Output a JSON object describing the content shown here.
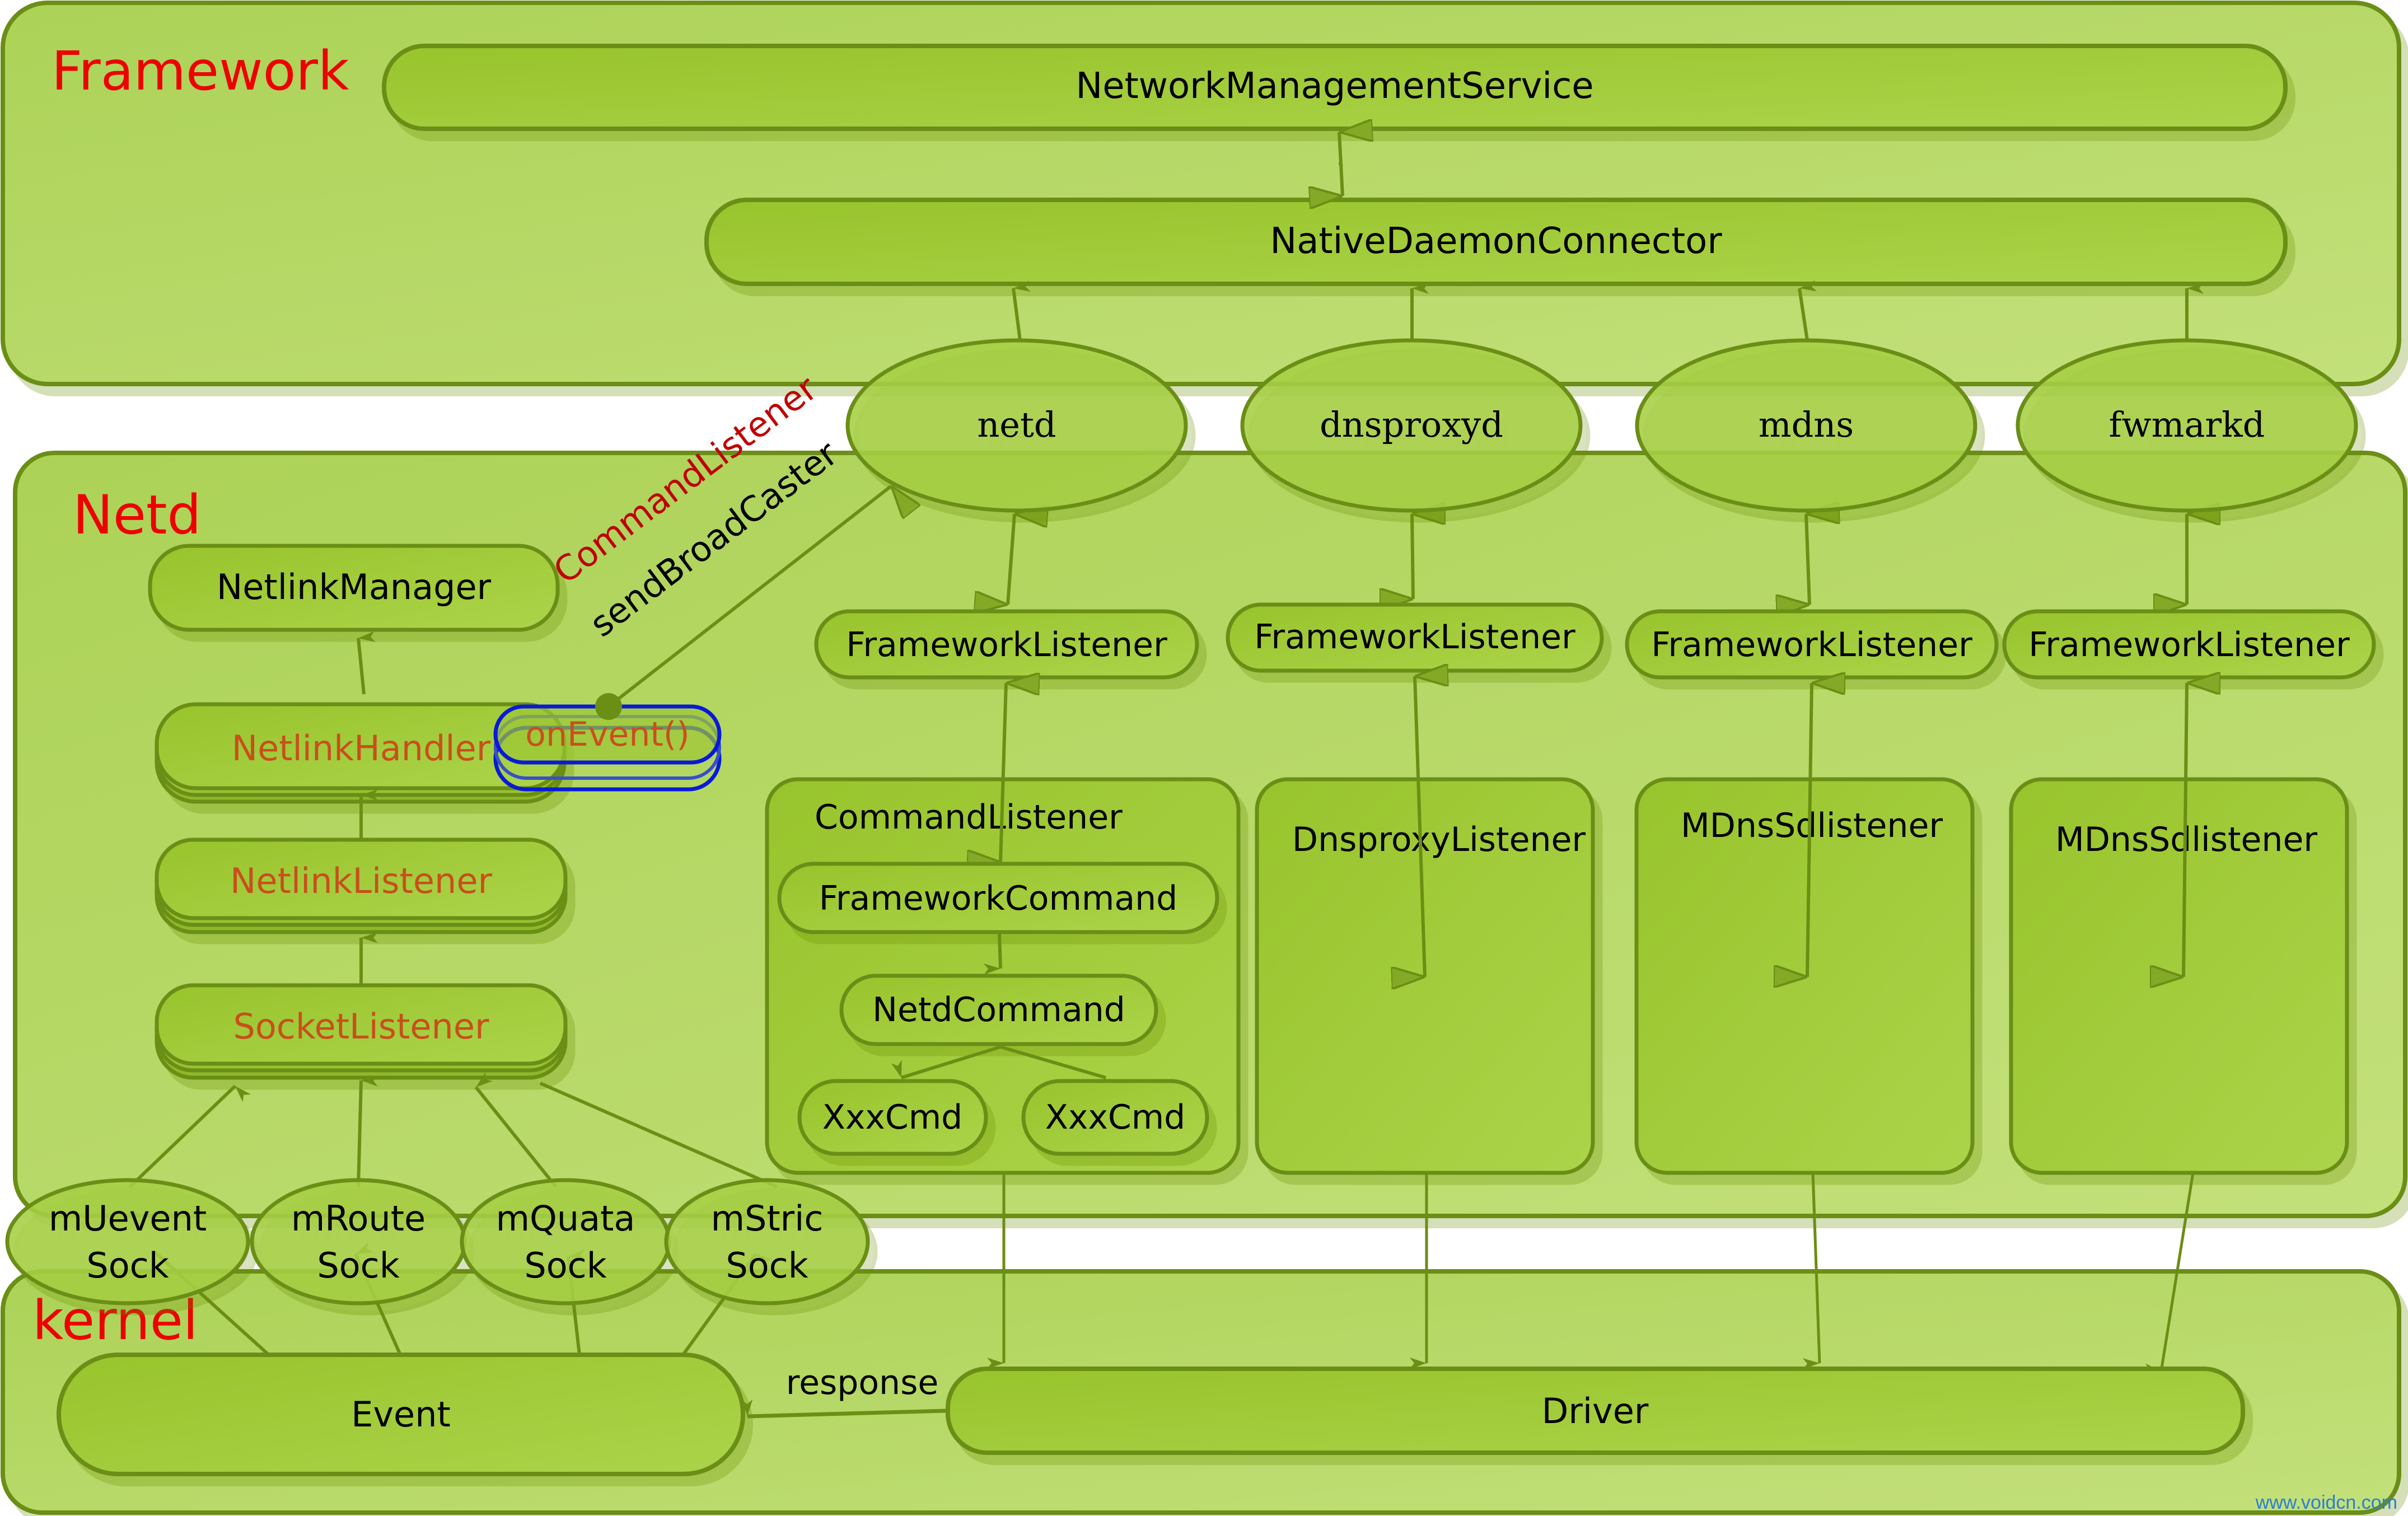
{
  "layers": {
    "framework": "Framework",
    "netd": "Netd",
    "kernel": "kernel"
  },
  "framework": {
    "nms": "NetworkManagementService",
    "ndc": "NativeDaemonConnector"
  },
  "daemons": [
    "netd",
    "dnsproxyd",
    "mdns",
    "fwmarkd"
  ],
  "framework_listeners": [
    "FrameworkListener",
    "FrameworkListener",
    "FrameworkListener",
    "FrameworkListener"
  ],
  "netlink": {
    "manager": "NetlinkManager",
    "handler": "NetlinkHandler",
    "on_event": "onEvent()",
    "listener": "NetlinkListener",
    "socket_listener": "SocketListener"
  },
  "broadcast_labels": {
    "command_listener": "CommandListener",
    "send_broadcaster": "sendBroadCaster"
  },
  "command_listener": {
    "title": "CommandListener",
    "framework_command": "FrameworkCommand",
    "netd_command": "NetdCommand",
    "cmds": [
      "XxxCmd",
      "XxxCmd"
    ]
  },
  "listeners": [
    "DnsproxyListener",
    "MDnsSdlistener",
    "MDnsSdlistener"
  ],
  "sockets": [
    {
      "line1": "mUevent",
      "line2": "Sock"
    },
    {
      "line1": "mRoute",
      "line2": "Sock"
    },
    {
      "line1": "mQuata",
      "line2": "Sock"
    },
    {
      "line1": "mStric",
      "line2": "Sock"
    }
  ],
  "kernel": {
    "event": "Event",
    "driver": "Driver",
    "response": "response"
  },
  "watermark": "www.voidcn.com",
  "colors": {
    "layer_fill": "#b3d65e",
    "node_fill": "#9dc634",
    "stroke": "#6b8e14",
    "title_red": "#ee0000",
    "orange_text": "#c8501e",
    "blue_outline": "#0a1ad6"
  }
}
